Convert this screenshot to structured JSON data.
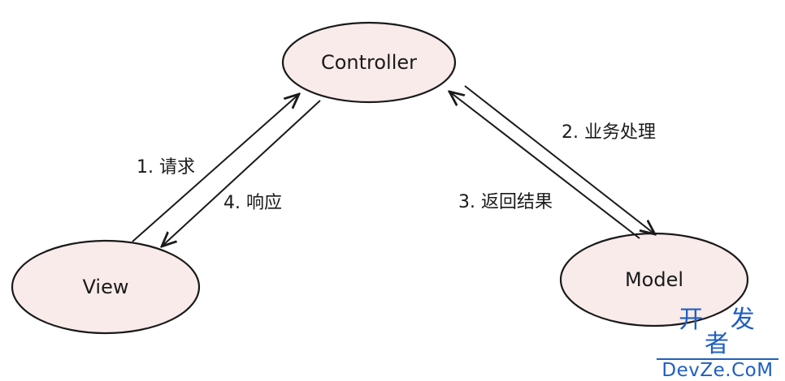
{
  "nodes": {
    "controller": {
      "label": "Controller"
    },
    "view": {
      "label": "View"
    },
    "model": {
      "label": "Model"
    }
  },
  "edges": {
    "request": {
      "label": "1. 请求"
    },
    "business": {
      "label": "2. 业务处理"
    },
    "return_result": {
      "label": "3. 返回结果"
    },
    "response": {
      "label": "4. 响应"
    }
  },
  "watermark": {
    "top": "开 发 者",
    "bottom": "DevZe.CoM"
  },
  "colors": {
    "node_fill": "#f9ebea",
    "stroke": "#1a1a1a",
    "watermark": "#1f5fc0"
  }
}
